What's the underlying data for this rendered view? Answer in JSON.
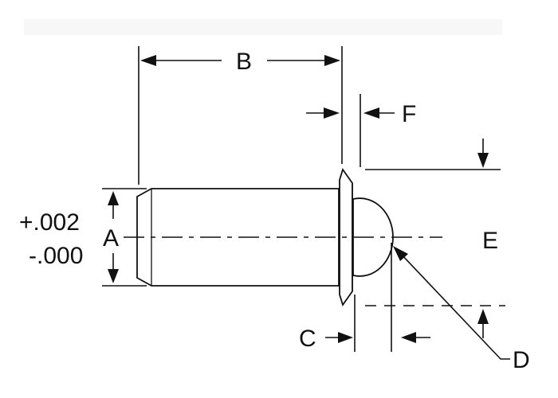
{
  "labels": {
    "A": "A",
    "B": "B",
    "C": "C",
    "D": "D",
    "E": "E",
    "F": "F",
    "tolerance_plus": "+.002",
    "tolerance_minus": "-.000"
  }
}
